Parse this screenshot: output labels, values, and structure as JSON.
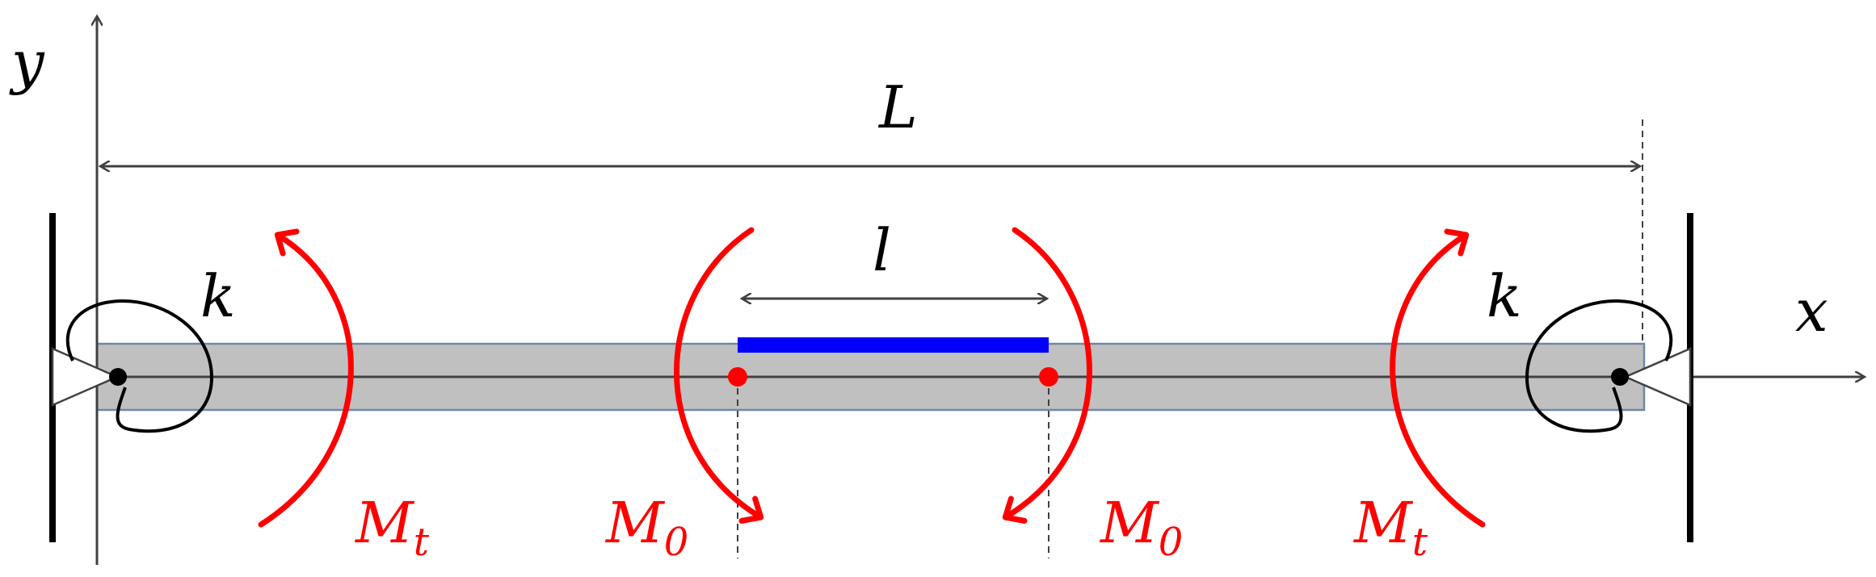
{
  "labels": {
    "y_axis": "y",
    "x_axis": "x",
    "total_length": "L",
    "sub_length": "l",
    "spring_left": "k",
    "spring_right": "k",
    "moment_left_outer": {
      "symbol": "M",
      "subscript": "t"
    },
    "moment_left_inner": {
      "symbol": "M",
      "subscript": "0"
    },
    "moment_right_inner": {
      "symbol": "M",
      "subscript": "0"
    },
    "moment_right_outer": {
      "symbol": "M",
      "subscript": "t"
    }
  },
  "colors": {
    "beam_fill": "#c0c0c0",
    "beam_edge": "#6f87a6",
    "moment": "#ff0000",
    "patch": "#0000ff",
    "line": "#404040",
    "support": "#000000"
  },
  "icons": {
    "left_spring": "rotational-spring-icon",
    "right_spring": "rotational-spring-icon"
  }
}
